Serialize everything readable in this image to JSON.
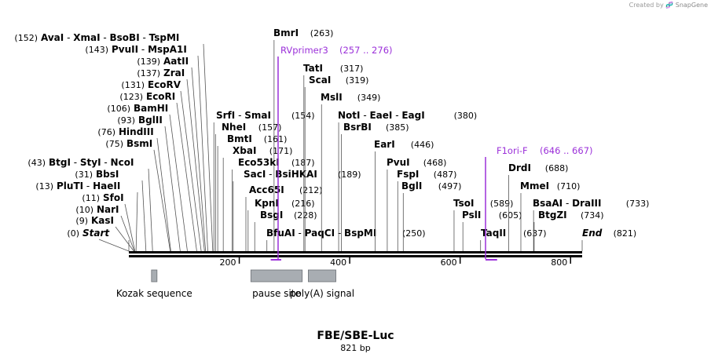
{
  "credit": {
    "prefix": "Created by",
    "brand": "SnapGene"
  },
  "map": {
    "name": "FBE/SBE-Luc",
    "length_label": "821 bp",
    "length": 821,
    "scale_ticks": [
      {
        "pos": 200,
        "label": "200"
      },
      {
        "pos": 400,
        "label": "400"
      },
      {
        "pos": 600,
        "label": "600"
      },
      {
        "pos": 800,
        "label": "800"
      }
    ],
    "site_groups": [
      {
        "sites": [
          "AvaI",
          "XmaI",
          "BsoBI",
          "TspMI"
        ],
        "pos": 152,
        "pos_label": "(152)",
        "side": "left"
      },
      {
        "sites": [
          "PvuII",
          "MspA1I"
        ],
        "pos": 143,
        "pos_label": "(143)",
        "side": "left"
      },
      {
        "sites": [
          "AatII"
        ],
        "pos": 139,
        "pos_label": "(139)",
        "side": "left"
      },
      {
        "sites": [
          "ZraI"
        ],
        "pos": 137,
        "pos_label": "(137)",
        "side": "left"
      },
      {
        "sites": [
          "EcoRV"
        ],
        "pos": 131,
        "pos_label": "(131)",
        "side": "left"
      },
      {
        "sites": [
          "EcoRI"
        ],
        "pos": 123,
        "pos_label": "(123)",
        "side": "left"
      },
      {
        "sites": [
          "BamHI"
        ],
        "pos": 106,
        "pos_label": "(106)",
        "side": "left"
      },
      {
        "sites": [
          "BglII"
        ],
        "pos": 93,
        "pos_label": "(93)",
        "side": "left"
      },
      {
        "sites": [
          "HindIII"
        ],
        "pos": 76,
        "pos_label": "(76)",
        "side": "left"
      },
      {
        "sites": [
          "BsmI"
        ],
        "pos": 75,
        "pos_label": "(75)",
        "side": "left"
      },
      {
        "sites": [
          "BtgI",
          "StyI",
          "NcoI"
        ],
        "pos": 43,
        "pos_label": "(43)",
        "side": "left"
      },
      {
        "sites": [
          "BbsI"
        ],
        "pos": 31,
        "pos_label": "(31)",
        "side": "left"
      },
      {
        "sites": [
          "PluTI",
          "HaeII"
        ],
        "pos": 13,
        "pos_label": "(13)",
        "side": "left"
      },
      {
        "sites": [
          "SfoI"
        ],
        "pos": 11,
        "pos_label": "(11)",
        "side": "left"
      },
      {
        "sites": [
          "NarI"
        ],
        "pos": 10,
        "pos_label": "(10)",
        "side": "left"
      },
      {
        "sites": [
          "KasI"
        ],
        "pos": 9,
        "pos_label": "(9)",
        "side": "left"
      },
      {
        "sites": [
          "Start"
        ],
        "pos": 0,
        "pos_label": "(0)",
        "side": "left",
        "italic": true
      },
      {
        "sites": [
          "BmrI"
        ],
        "pos": 263,
        "pos_label": "(263)",
        "side": "right"
      },
      {
        "sites": [
          "SrfI",
          "SmaI"
        ],
        "pos": 154,
        "pos_label": "(154)",
        "side": "right"
      },
      {
        "sites": [
          "NheI"
        ],
        "pos": 157,
        "pos_label": "(157)",
        "side": "right"
      },
      {
        "sites": [
          "BmtI"
        ],
        "pos": 161,
        "pos_label": "(161)",
        "side": "right"
      },
      {
        "sites": [
          "XbaI"
        ],
        "pos": 171,
        "pos_label": "(171)",
        "side": "right"
      },
      {
        "sites": [
          "Eco53kI"
        ],
        "pos": 187,
        "pos_label": "(187)",
        "side": "right"
      },
      {
        "sites": [
          "SacI",
          "BsiHKAI"
        ],
        "pos": 189,
        "pos_label": "(189)",
        "side": "right"
      },
      {
        "sites": [
          "Acc65I"
        ],
        "pos": 212,
        "pos_label": "(212)",
        "side": "right"
      },
      {
        "sites": [
          "KpnI"
        ],
        "pos": 216,
        "pos_label": "(216)",
        "side": "right"
      },
      {
        "sites": [
          "BsgI"
        ],
        "pos": 228,
        "pos_label": "(228)",
        "side": "right"
      },
      {
        "sites": [
          "BfuAI",
          "PaqCI",
          "BspMI"
        ],
        "pos": 250,
        "pos_label": "(250)",
        "side": "right"
      },
      {
        "sites": [
          "TatI"
        ],
        "pos": 317,
        "pos_label": "(317)",
        "side": "right"
      },
      {
        "sites": [
          "ScaI"
        ],
        "pos": 319,
        "pos_label": "(319)",
        "side": "right"
      },
      {
        "sites": [
          "MslI"
        ],
        "pos": 349,
        "pos_label": "(349)",
        "side": "right"
      },
      {
        "sites": [
          "NotI",
          "EaeI",
          "EagI"
        ],
        "pos": 380,
        "pos_label": "(380)",
        "side": "right"
      },
      {
        "sites": [
          "BsrBI"
        ],
        "pos": 385,
        "pos_label": "(385)",
        "side": "right"
      },
      {
        "sites": [
          "EarI"
        ],
        "pos": 446,
        "pos_label": "(446)",
        "side": "right"
      },
      {
        "sites": [
          "PvuI"
        ],
        "pos": 468,
        "pos_label": "(468)",
        "side": "right"
      },
      {
        "sites": [
          "FspI"
        ],
        "pos": 487,
        "pos_label": "(487)",
        "side": "right"
      },
      {
        "sites": [
          "BglI"
        ],
        "pos": 497,
        "pos_label": "(497)",
        "side": "right"
      },
      {
        "sites": [
          "TsoI"
        ],
        "pos": 589,
        "pos_label": "(589)",
        "side": "right"
      },
      {
        "sites": [
          "PslI"
        ],
        "pos": 605,
        "pos_label": "(605)",
        "side": "right"
      },
      {
        "sites": [
          "TaqII"
        ],
        "pos": 637,
        "pos_label": "(637)",
        "side": "right"
      },
      {
        "sites": [
          "DrdI"
        ],
        "pos": 688,
        "pos_label": "(688)",
        "side": "right"
      },
      {
        "sites": [
          "MmeI"
        ],
        "pos": 710,
        "pos_label": "(710)",
        "side": "right"
      },
      {
        "sites": [
          "BsaAI",
          "DraIII"
        ],
        "pos": 733,
        "pos_label": "(733)",
        "side": "right"
      },
      {
        "sites": [
          "BtgZI"
        ],
        "pos": 734,
        "pos_label": "(734)",
        "side": "right"
      },
      {
        "sites": [
          "End"
        ],
        "pos": 821,
        "pos_label": "(821)",
        "side": "right",
        "italic": true
      }
    ],
    "primers": [
      {
        "name": "RVprimer3",
        "range_label": "(257 .. 276)",
        "start": 257,
        "end": 276,
        "direction": "reverse"
      },
      {
        "name": "F1ori-F",
        "range_label": "(646 .. 667)",
        "start": 646,
        "end": 667,
        "direction": "forward"
      }
    ],
    "features": [
      {
        "name": "Kozak sequence",
        "start": 41,
        "end": 51
      },
      {
        "name": "pause site",
        "start": 221,
        "end": 314
      },
      {
        "name": "poly(A) signal",
        "start": 325,
        "end": 375
      }
    ],
    "colors": {
      "primer": "#9b30d9",
      "feature_fill": "#a8adb2",
      "feature_stroke": "#6d7177",
      "text": "#000000"
    }
  }
}
